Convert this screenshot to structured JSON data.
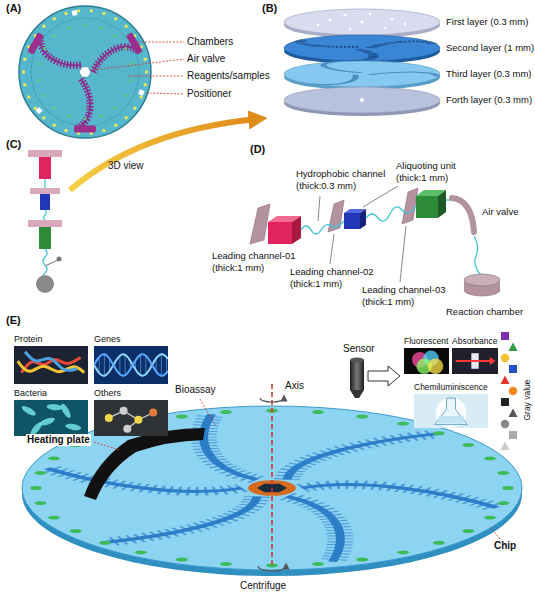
{
  "diagram": {
    "nodes": [
      {
        "text": [
          "Protein"
        ]
      },
      {
        "text": [
          "Genes"
        ]
      },
      {
        "text": [
          "Bacteria"
        ]
      },
      {
        "text": [
          "Others"
        ]
      },
      {
        "text": [
          "Fluorescent"
        ]
      },
      {
        "text": [
          "Absorbance"
        ]
      },
      {
        "text": [
          "Chemiluminiscence"
        ]
      }
    ],
    "labels": [
      "(A)",
      "Chambers",
      "Air valve",
      "Reagents/samples",
      "Positioner",
      "(B)",
      "First layer (0.3 mm)",
      "Second layer (1 mm)",
      "Third layer (0.3 mm)",
      "Forth layer (0.3 mm)",
      "(C)",
      "3D view",
      "(D)",
      "Hydrophobic channel (thick:0.3 mm)",
      "Aliquoting unit (thick:1 mm)",
      "Leading channel-01 (thick:1 mm)",
      "Leading channel-02 (thick:1 mm)",
      "Leading channel-03 (thick:1 mm)",
      "Air valve",
      "Reaction chamber",
      "(E)",
      "Bioassay",
      "Axis",
      "Sensor",
      "Gray value",
      "Heating plate",
      "Chip",
      "Centrifuge"
    ]
  }
}
